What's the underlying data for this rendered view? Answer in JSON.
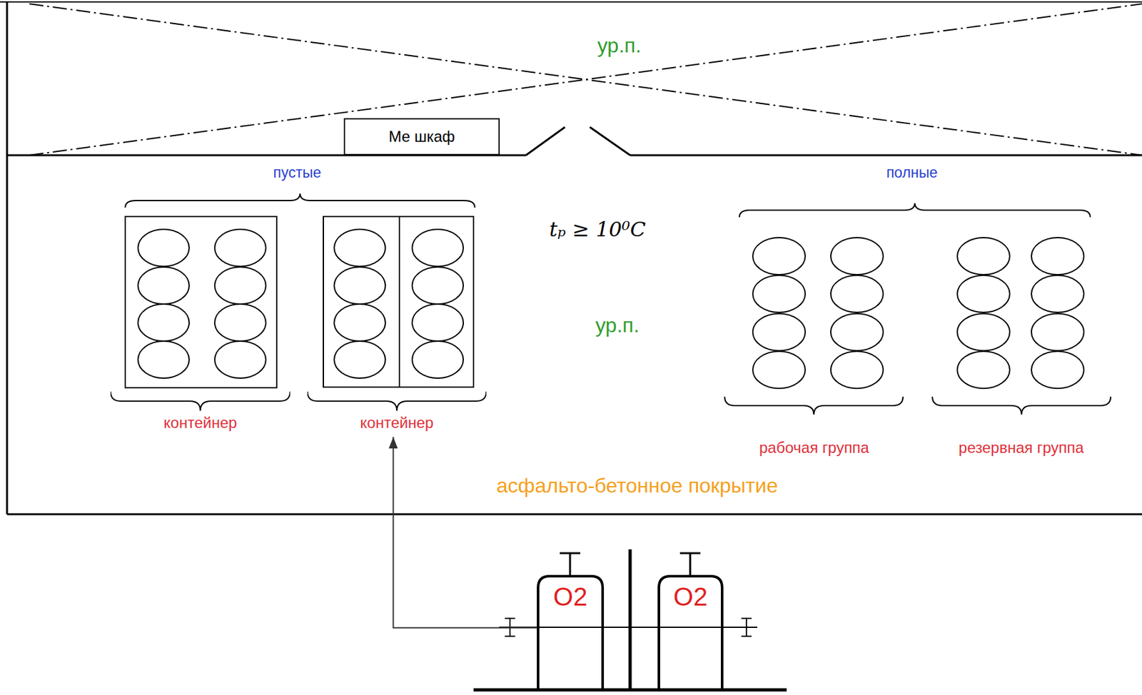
{
  "diagram": {
    "nodes": [
      {
        "text": [
          "Ме шкаф"
        ]
      },
      {
        "text": [
          "контейнер"
        ]
      },
      {
        "text": [
          "контейнер"
        ]
      },
      {
        "text": [
          "O2"
        ]
      },
      {
        "text": [
          "O2"
        ]
      }
    ],
    "edges": [
      {
        "from": 3,
        "to": 2,
        "arrow": "to"
      }
    ],
    "labels": [
      "ур.п.",
      "пустые",
      "tₚ ≥ 10⁰C",
      "ур.п.",
      "полные",
      "рабочая группа",
      "резервная группа",
      "асфальто-бетонное покрытие"
    ]
  }
}
